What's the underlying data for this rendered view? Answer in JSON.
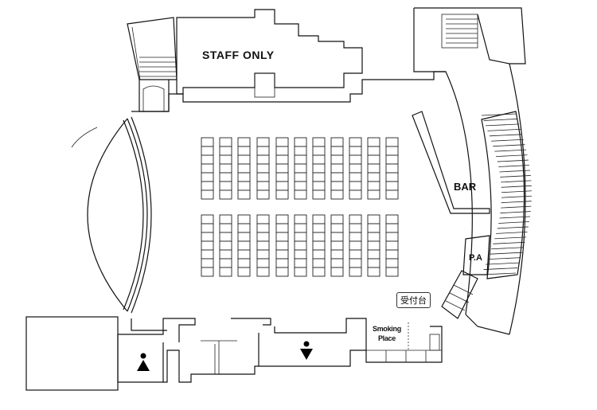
{
  "map": {
    "staff_label": "STAFF ONLY",
    "bar_label": "BAR",
    "pa_label": "P.A",
    "reception_label": "受付台",
    "smoking_line1": "Smoking",
    "smoking_line2": "Place",
    "seating": {
      "columns": 11,
      "block1_rows": 7,
      "block2_rows": 7
    },
    "icons": [
      "female-restroom-icon",
      "male-restroom-icon"
    ]
  }
}
